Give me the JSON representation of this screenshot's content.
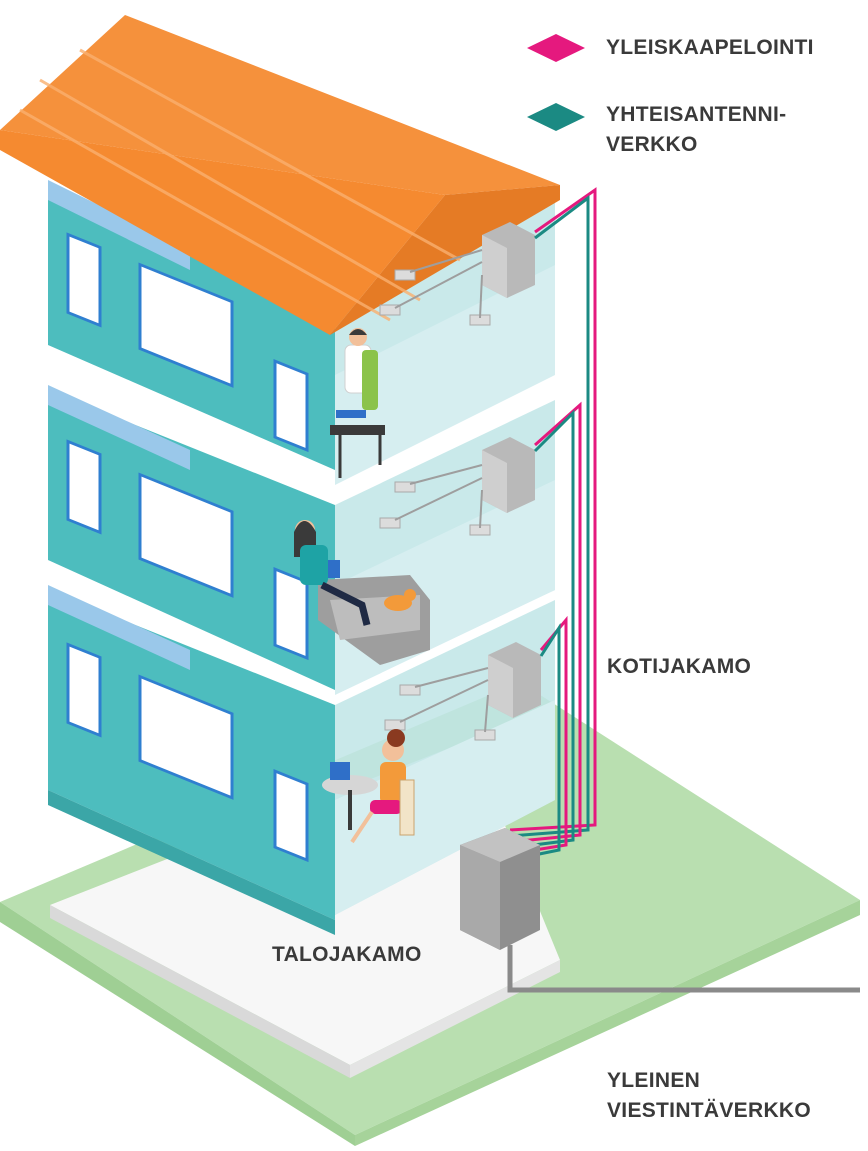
{
  "legend": {
    "items": [
      {
        "label": "YLEISKAAPELOINTI",
        "color": "#e5197e",
        "icon": "diamond-icon"
      },
      {
        "label_line1": "YHTEISANTENNI-",
        "label_line2": "VERKKO",
        "color": "#1b8a83",
        "icon": "diamond-icon"
      }
    ]
  },
  "labels": {
    "kotijakamo": "KOTIJAKAMO",
    "talojakamo": "TALOJAKAMO",
    "public_network_line1": "YLEINEN",
    "public_network_line2": "VIESTINTÄVERKKO"
  },
  "colors": {
    "general_cabling": "#e5197e",
    "antenna_network": "#1b8a83",
    "wall": "#4dbdbe",
    "roof": "#f5913c",
    "ground": "#b9dfb0"
  }
}
